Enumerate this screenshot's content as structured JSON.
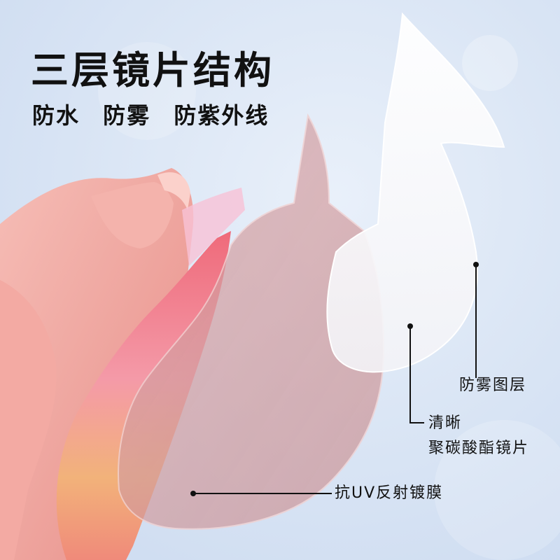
{
  "headline": "三层镜片结构",
  "features": [
    "防水",
    "防雾",
    "防紫外线"
  ],
  "callouts": {
    "antifog": "防雾图层",
    "clear_line1": "清晰",
    "clear_line2": "聚碳酸酯镜片",
    "coating": "抗UV反射镀膜"
  },
  "colors": {
    "background": "#dbe6f5",
    "frame_pink": "#f0a9a3",
    "text": "#111111"
  }
}
